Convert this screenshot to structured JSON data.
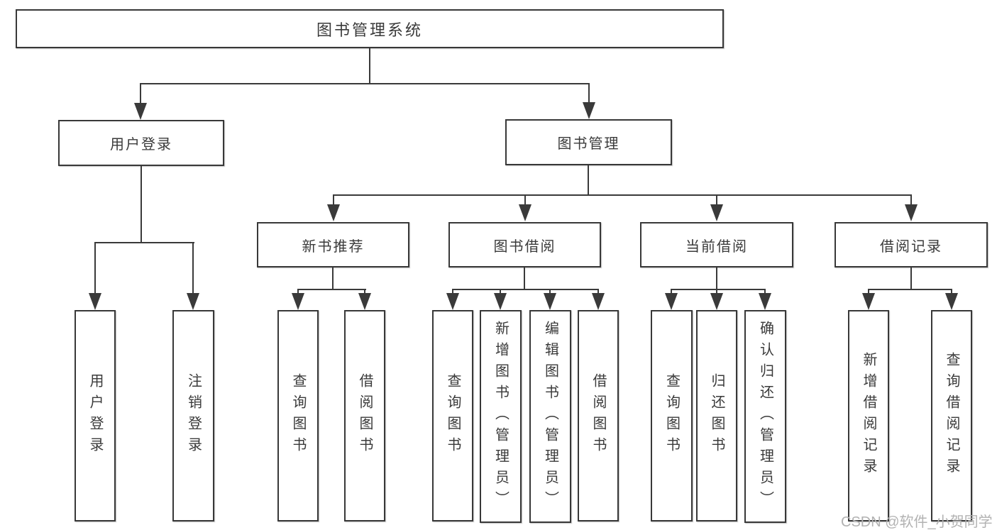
{
  "diagram": {
    "nodes": {
      "root": "图书管理系统",
      "user_login": "用户登录",
      "book_mgmt": "图书管理",
      "new_book_rec": "新书推荐",
      "book_borrow": "图书借阅",
      "current_borrow": "当前借阅",
      "borrow_records": "借阅记录",
      "leaf_user_login": "用户登录",
      "leaf_logout": "注销登录",
      "leaf_query_books_rec": "查询图书",
      "leaf_borrow_books_rec": "借阅图书",
      "leaf_query_books_borrow": "查询图书",
      "leaf_add_book_admin": "新增图书（管理员）",
      "leaf_edit_book_admin": "编辑图书（管理员）",
      "leaf_borrow_books_borrow": "借阅图书",
      "leaf_query_books_current": "查询图书",
      "leaf_return_book": "归还图书",
      "leaf_confirm_return_admin": "确认归还（管理员）",
      "leaf_add_borrow_record": "新增借阅记录",
      "leaf_query_borrow_record": "查询借阅记录"
    }
  },
  "watermark": {
    "text": "CSDN @软件_小贺同学"
  },
  "colors": {
    "line": "#3a3a3a",
    "box_border": "#383838",
    "text": "#3a3a3a",
    "watermark": "#b2b2b2",
    "background": "#ffffff"
  }
}
